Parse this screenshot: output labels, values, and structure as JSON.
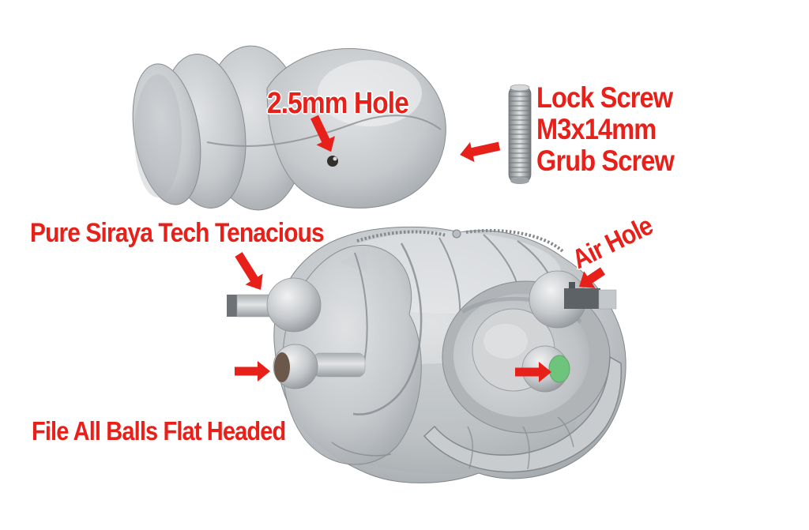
{
  "colors": {
    "annotation_red": "#e8201a",
    "air_hole_green": "#6ec47d",
    "flat_face_brown": "#6b584a",
    "model_gray": "#c6c9cc",
    "background": "#ffffff"
  },
  "annotations": {
    "hole": {
      "label": "2.5mm Hole"
    },
    "lock_screw": {
      "lines": [
        "Lock Screw",
        "M3x14mm",
        "Grub Screw"
      ]
    },
    "material": {
      "label": "Pure Siraya Tech Tenacious"
    },
    "air_hole": {
      "label": "Air Hole"
    },
    "file_balls": {
      "label": "File All Balls Flat Headed"
    }
  }
}
